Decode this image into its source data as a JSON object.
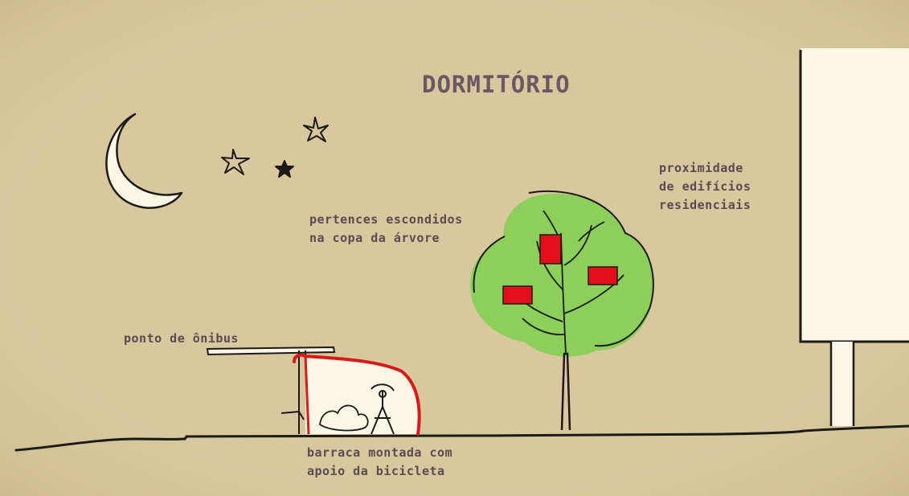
{
  "title": "DORMITÓRIO",
  "labels": {
    "pertences": [
      "pertences escondidos",
      "na copa da árvore"
    ],
    "proximidade": [
      "proximidade",
      "de edifícios",
      "residenciais"
    ],
    "ponto": "ponto de ônibus",
    "barraca": [
      "barraca montada com",
      "apoio da bicicleta"
    ]
  },
  "colors": {
    "paper": "#d9c79e",
    "ink": "#1c1a17",
    "tree_green": "#8ccf5a",
    "belongings_red": "#e3101b",
    "tent_outline": "#d81a1a",
    "pale_fill": "#fbf7e6",
    "text": "#5a4a52"
  },
  "icons": [
    "moon-icon",
    "star-icon",
    "tree-icon",
    "tent-icon",
    "bicycle-icon",
    "bus-stop-icon",
    "building-icon"
  ]
}
